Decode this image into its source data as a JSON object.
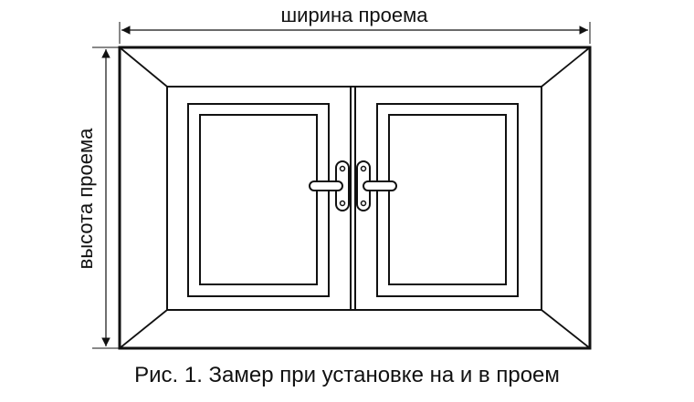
{
  "labels": {
    "width_label": "ширина проема",
    "height_label": "высота проема",
    "caption": "Рис. 1. Замер при установке на и в проем"
  },
  "colors": {
    "line": "#111111",
    "background": "#ffffff"
  }
}
